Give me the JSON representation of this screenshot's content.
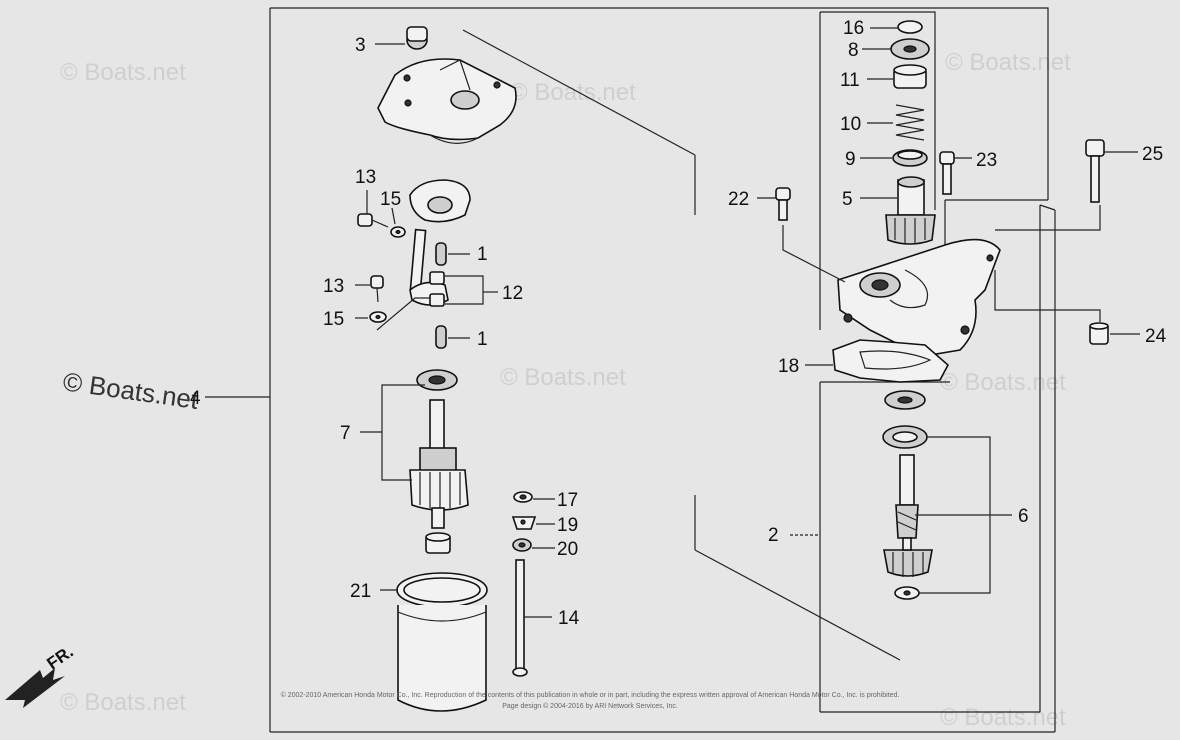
{
  "watermark": "© Boats.net",
  "watermark_main": "© Boats.net",
  "direction_label": "FR.",
  "footer": {
    "line1": "© 2002-2010 American Honda Motor Co., Inc. Reproduction of the contents of this publication in whole or in part, including the express written approval of American Honda Motor Co., Inc. is prohibited.",
    "line2": "Page design © 2004-2016 by ARI Network Services, Inc."
  },
  "callouts": {
    "c1a": "1",
    "c1b": "1",
    "c2": "2",
    "c3": "3",
    "c4": "4",
    "c5": "5",
    "c6": "6",
    "c7": "7",
    "c8": "8",
    "c9": "9",
    "c10": "10",
    "c11": "11",
    "c12": "12",
    "c13a": "13",
    "c13b": "13",
    "c14": "14",
    "c15a": "15",
    "c15b": "15",
    "c16": "16",
    "c17": "17",
    "c18": "18",
    "c19": "19",
    "c20": "20",
    "c21": "21",
    "c22": "22",
    "c23": "23",
    "c24": "24",
    "c25": "25"
  },
  "colors": {
    "background": "#e6e6e6",
    "line": "#222222",
    "watermark": "#cfcfcf"
  }
}
